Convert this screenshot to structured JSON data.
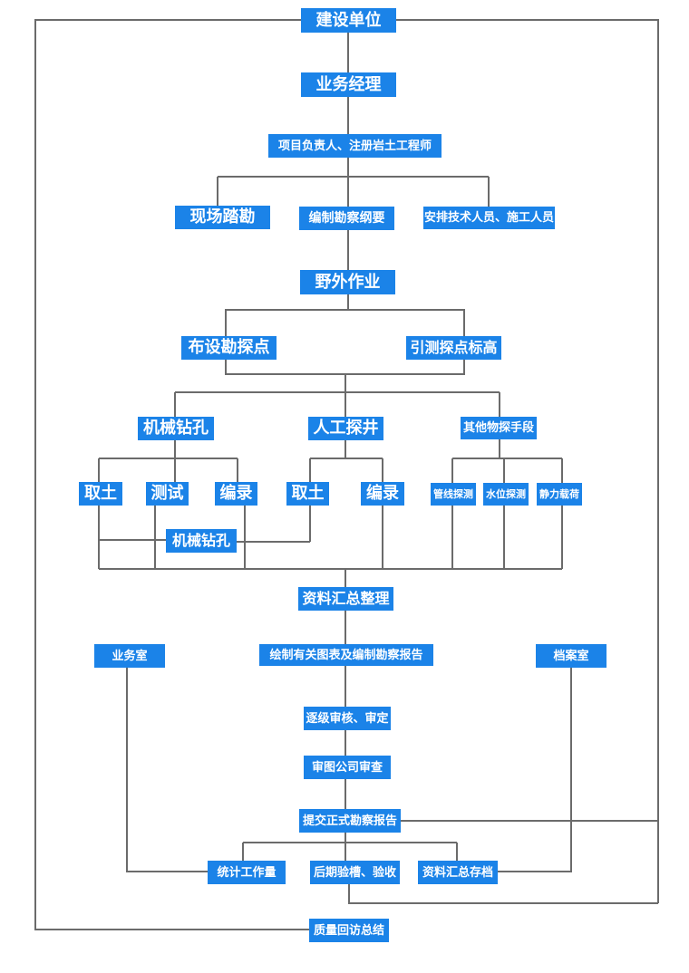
{
  "nodes": {
    "jianshe": "建设单位",
    "yewujingli": "业务经理",
    "xiangmu": "项目负责人、注册岩土工程师",
    "xianchang": "现场踏勘",
    "bianzhi_gangyao": "编制勘察纲要",
    "anpai": "安排技术人员、施工人员",
    "yewai": "野外作业",
    "bushe": "布设勘探点",
    "yince": "引测探点标高",
    "jixie": "机械钻孔",
    "rengong": "人工探井",
    "qita": "其他物探手段",
    "qutu1": "取土",
    "ceshi": "测试",
    "bianlu1": "编录",
    "qutu2": "取土",
    "bianlu2": "编录",
    "guanxian": "管线探测",
    "shuiwei": "水位探测",
    "jingli": "静力载荷",
    "jixie2": "机械钻孔",
    "ziliao_huizong": "资料汇总整理",
    "yewushi": "业务室",
    "huizhi": "绘制有关图表及编制勘察报告",
    "danganshi": "档案室",
    "zhuji": "逐级审核、审定",
    "shentu": "审图公司审查",
    "tijiao": "提交正式勘察报告",
    "tongji": "统计工作量",
    "houqi": "后期验槽、验收",
    "cundang": "资料汇总存档",
    "zhiliang": "质量回访总结"
  },
  "colors": {
    "box": "#1b83e8",
    "text": "#ffffff",
    "line": "#6b6b6b"
  }
}
